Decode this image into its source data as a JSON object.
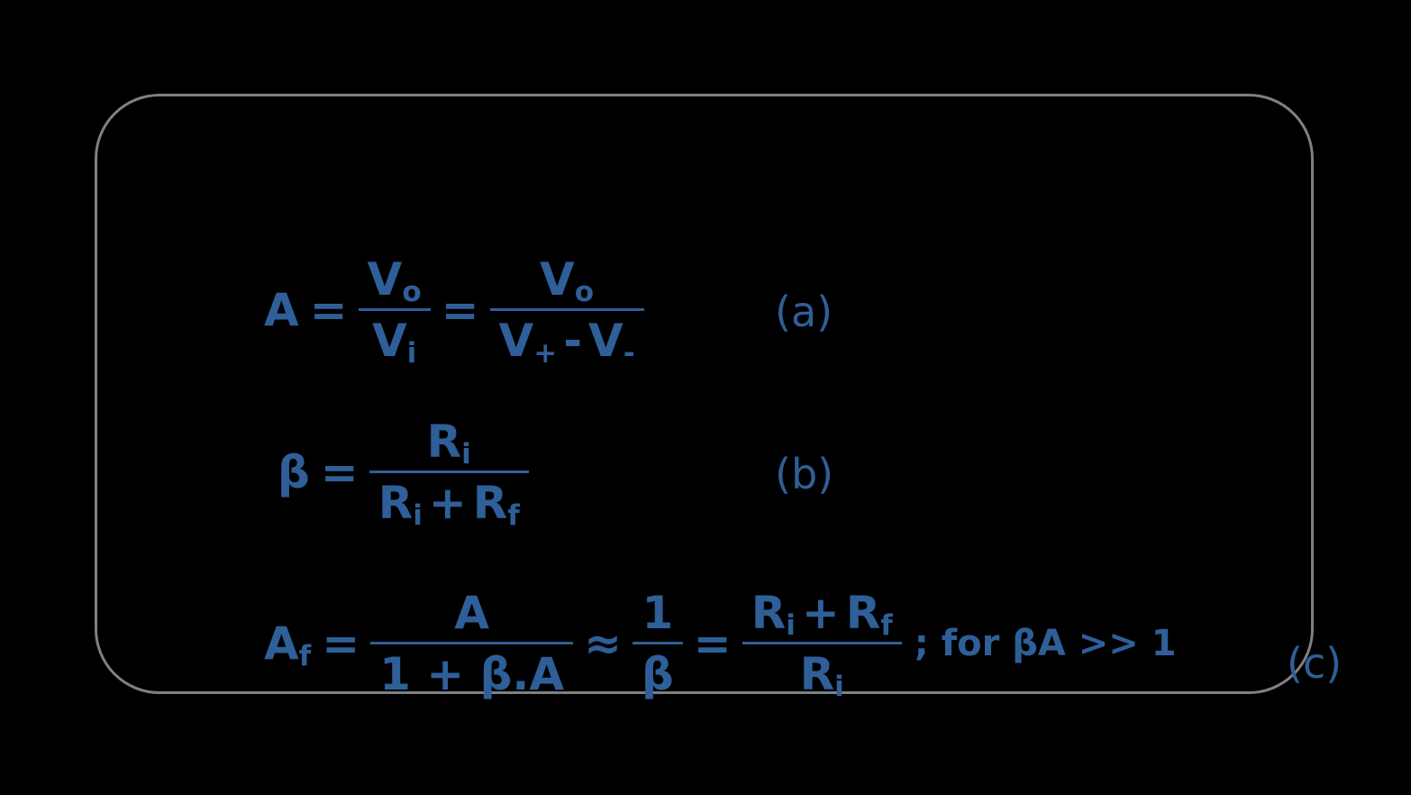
{
  "figure": {
    "background_color": "#000000",
    "border_color": "#808080",
    "text_color": "#2f5f98",
    "equations": [
      {
        "id": "a",
        "tag": "(a)",
        "lhs": "A",
        "relation_1": "=",
        "fraction_1": {
          "numerator": "V",
          "numerator_sub": "o",
          "denominator": "V",
          "denominator_sub": "i"
        },
        "relation_2": "=",
        "fraction_2": {
          "numerator": "V",
          "numerator_sub": "o",
          "denominator_left": "V",
          "denominator_left_sub": "+",
          "denominator_op": "-",
          "denominator_right": "V",
          "denominator_right_sub": "-"
        },
        "plain_text": "A = Vo / Vi = Vo / (V+ - V-)"
      },
      {
        "id": "b",
        "tag": "(b)",
        "lhs": "β",
        "relation_1": "=",
        "fraction_1": {
          "numerator": "R",
          "numerator_sub": "i",
          "denominator_left": "R",
          "denominator_left_sub": "i",
          "denominator_op": "+",
          "denominator_right": "R",
          "denominator_right_sub": "f"
        },
        "plain_text": "β = Ri / (Ri + Rf)"
      },
      {
        "id": "c",
        "tag": "(c)",
        "lhs": "A",
        "lhs_sub": "f",
        "relation_1": "=",
        "fraction_1": {
          "numerator": "A",
          "denominator": "1 + β.A"
        },
        "relation_2": "≈",
        "fraction_2": {
          "numerator": "1",
          "denominator": "β"
        },
        "relation_3": "=",
        "fraction_3": {
          "numerator_left": "R",
          "numerator_left_sub": "i",
          "numerator_op": "+",
          "numerator_right": "R",
          "numerator_right_sub": "f",
          "denominator": "R",
          "denominator_sub": "i"
        },
        "condition": "; for βA >> 1",
        "plain_text": "Af = A / (1 + β.A) ≈ 1/β = (Ri + Rf) / Ri ; for βA >> 1"
      }
    ]
  }
}
